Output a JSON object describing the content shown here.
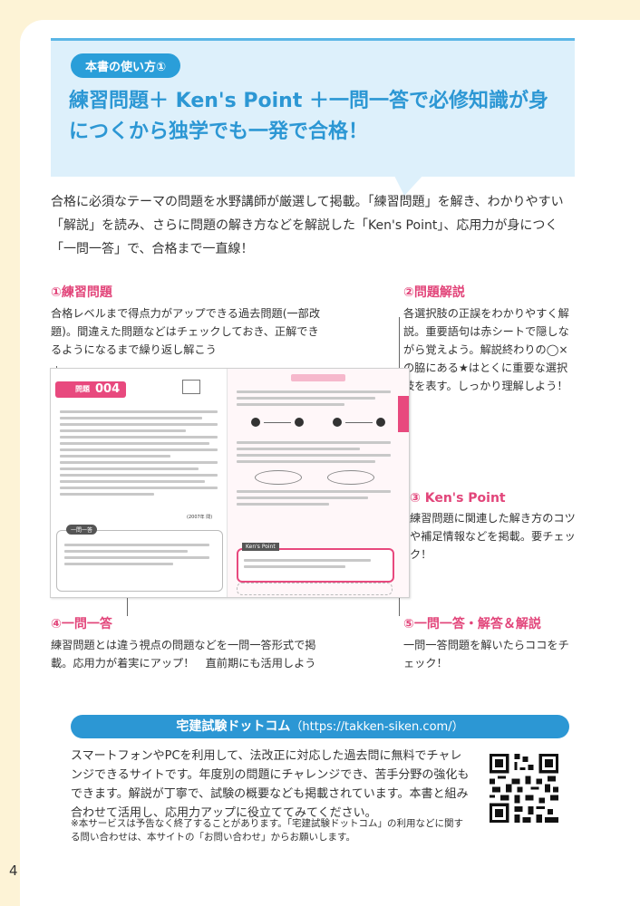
{
  "header": {
    "label": "本書の使い方①",
    "headline": "練習問題＋ Ken's Point ＋一問一答で必修知識が身につくから独学でも一発で合格！"
  },
  "intro": "合格に必須なテーマの問題を水野講師が厳選して掲載。「練習問題」を解き、わかりやすい「解説」を読み、さらに問題の解き方などを解説した「Ken's Point」、応用力が身につく「一問一答」で、合格まで一直線！",
  "callouts": [
    {
      "title": "①練習問題",
      "body": "合格レベルまで得点力がアップできる過去問題(一部改題)。間違えた問題などはチェックしておき、正解できるようになるまで繰り返し解こう"
    },
    {
      "title": "②問題解説",
      "body": "各選択肢の正誤をわかりやすく解説。重要語句は赤シートで隠しながら覚えよう。解説終わりの◯×の脇にある★はとくに重要な選択肢を表す。しっかり理解しよう！"
    },
    {
      "title": "③ Ken's Point",
      "body": "練習問題に関連した解き方のコツや補足情報などを掲載。要チェック！"
    },
    {
      "title": "④一問一答",
      "body": "練習問題とは違う視点の問題などを一問一答形式で掲載。応用力が着実にアップ！　直前期にも活用しよう"
    },
    {
      "title": "⑤一問一答・解答＆解説",
      "body": "一問一答問題を解いたらココをチェック！"
    }
  ],
  "sample": {
    "badge_word": "問題",
    "badge_number": "004",
    "kens_point": "Ken's Point",
    "qa_label": "一問一答",
    "year": "(2007年 問)"
  },
  "footer": {
    "banner_title": "宅建試験ドットコム",
    "banner_url": "（https://takken-siken.com/）",
    "text": "スマートフォンやPCを利用して、法改正に対応した過去問に無料でチャレンジできるサイトです。年度別の問題にチャレンジでき、苦手分野の強化もできます。解説が丁寧で、試験の概要なども掲載されています。本書と組み合わせて活用し、応用力アップに役立ててみてください。",
    "note": "※本サービスは予告なく終了することがあります。「宅建試験ドットコム」の利用などに関する問い合わせは、本サイトの「お問い合わせ」からお願いします。"
  },
  "page_number": "4",
  "colors": {
    "accent_blue": "#2c97d4",
    "accent_pink": "#e2457a",
    "header_bg": "#ddf0fb",
    "page_bg": "#fdf3d6"
  }
}
